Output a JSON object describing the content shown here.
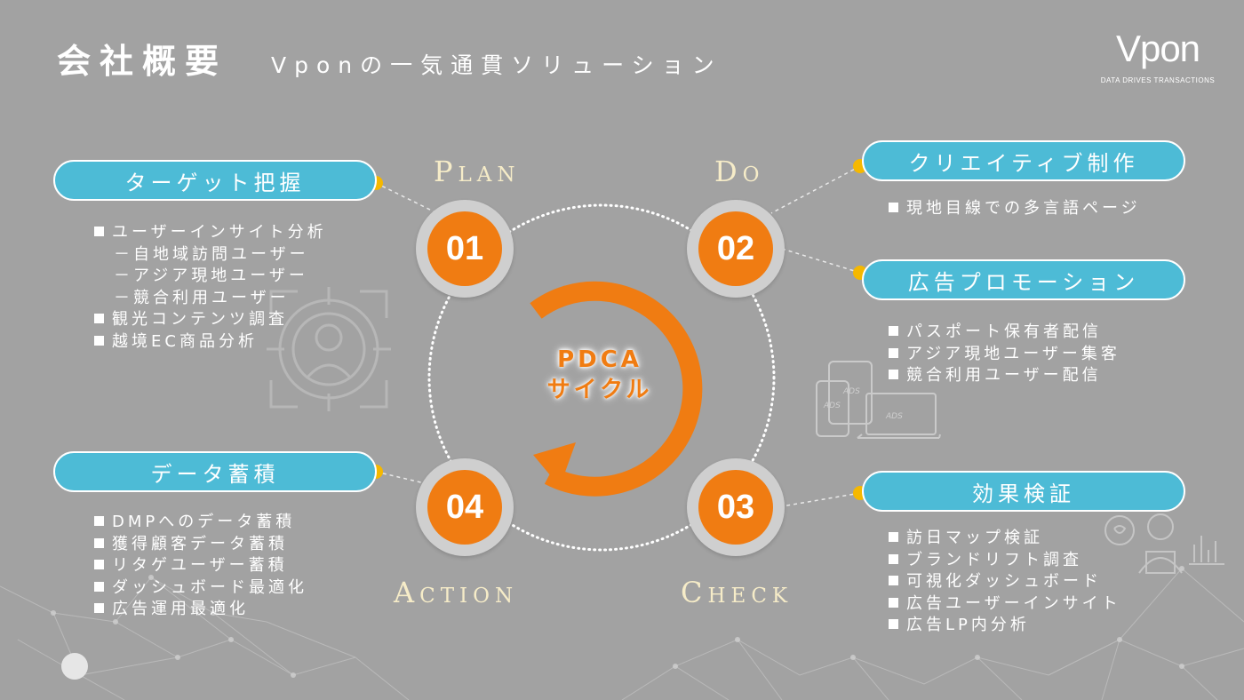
{
  "header": {
    "title": "会社概要",
    "subtitle": "Vponの一気通貫ソリューション"
  },
  "logo": {
    "wordmark": "Vpon",
    "tagline": "DATA DRIVES TRANSACTIONS"
  },
  "center": {
    "line1": "PDCA",
    "line2": "サイクル"
  },
  "phases": {
    "plan": {
      "first": "P",
      "rest": "LAN",
      "number": "01"
    },
    "do": {
      "first": "D",
      "rest": "O",
      "number": "02"
    },
    "check": {
      "first": "C",
      "rest": "HECK",
      "number": "03"
    },
    "action": {
      "first": "A",
      "rest": "CTION",
      "number": "04"
    }
  },
  "target": {
    "label": "ターゲット把握",
    "items": [
      "ユーザーインサイト分析",
      "観光コンテンツ調査",
      "越境EC商品分析"
    ],
    "subitems": [
      "－自地域訪問ユーザー",
      "－アジア現地ユーザー",
      "－競合利用ユーザー"
    ]
  },
  "creative": {
    "label": "クリエイティブ制作",
    "items": [
      "現地目線での多言語ページ"
    ]
  },
  "promotion": {
    "label": "広告プロモーション",
    "items": [
      "パスポート保有者配信",
      "アジア現地ユーザー集客",
      "競合利用ユーザー配信"
    ]
  },
  "data_accumulation": {
    "label": "データ蓄積",
    "items": [
      "DMPへのデータ蓄積",
      "獲得顧客データ蓄積",
      "リタゲユーザー蓄積",
      "ダッシュボード最適化",
      "広告運用最適化"
    ]
  },
  "verification": {
    "label": "効果検証",
    "items": [
      "訪日マップ検証",
      "ブランドリフト調査",
      "可視化ダッシュボード",
      "広告ユーザーインサイト",
      "広告LP内分析"
    ]
  },
  "decor": {
    "ads_label": "ADS"
  },
  "colors": {
    "background": "#a2a2a2",
    "accent_orange": "#f07c12",
    "pill_blue": "#4dbbd6",
    "connector_dot": "#f5b800",
    "phase_label": "#f6ecc8"
  }
}
